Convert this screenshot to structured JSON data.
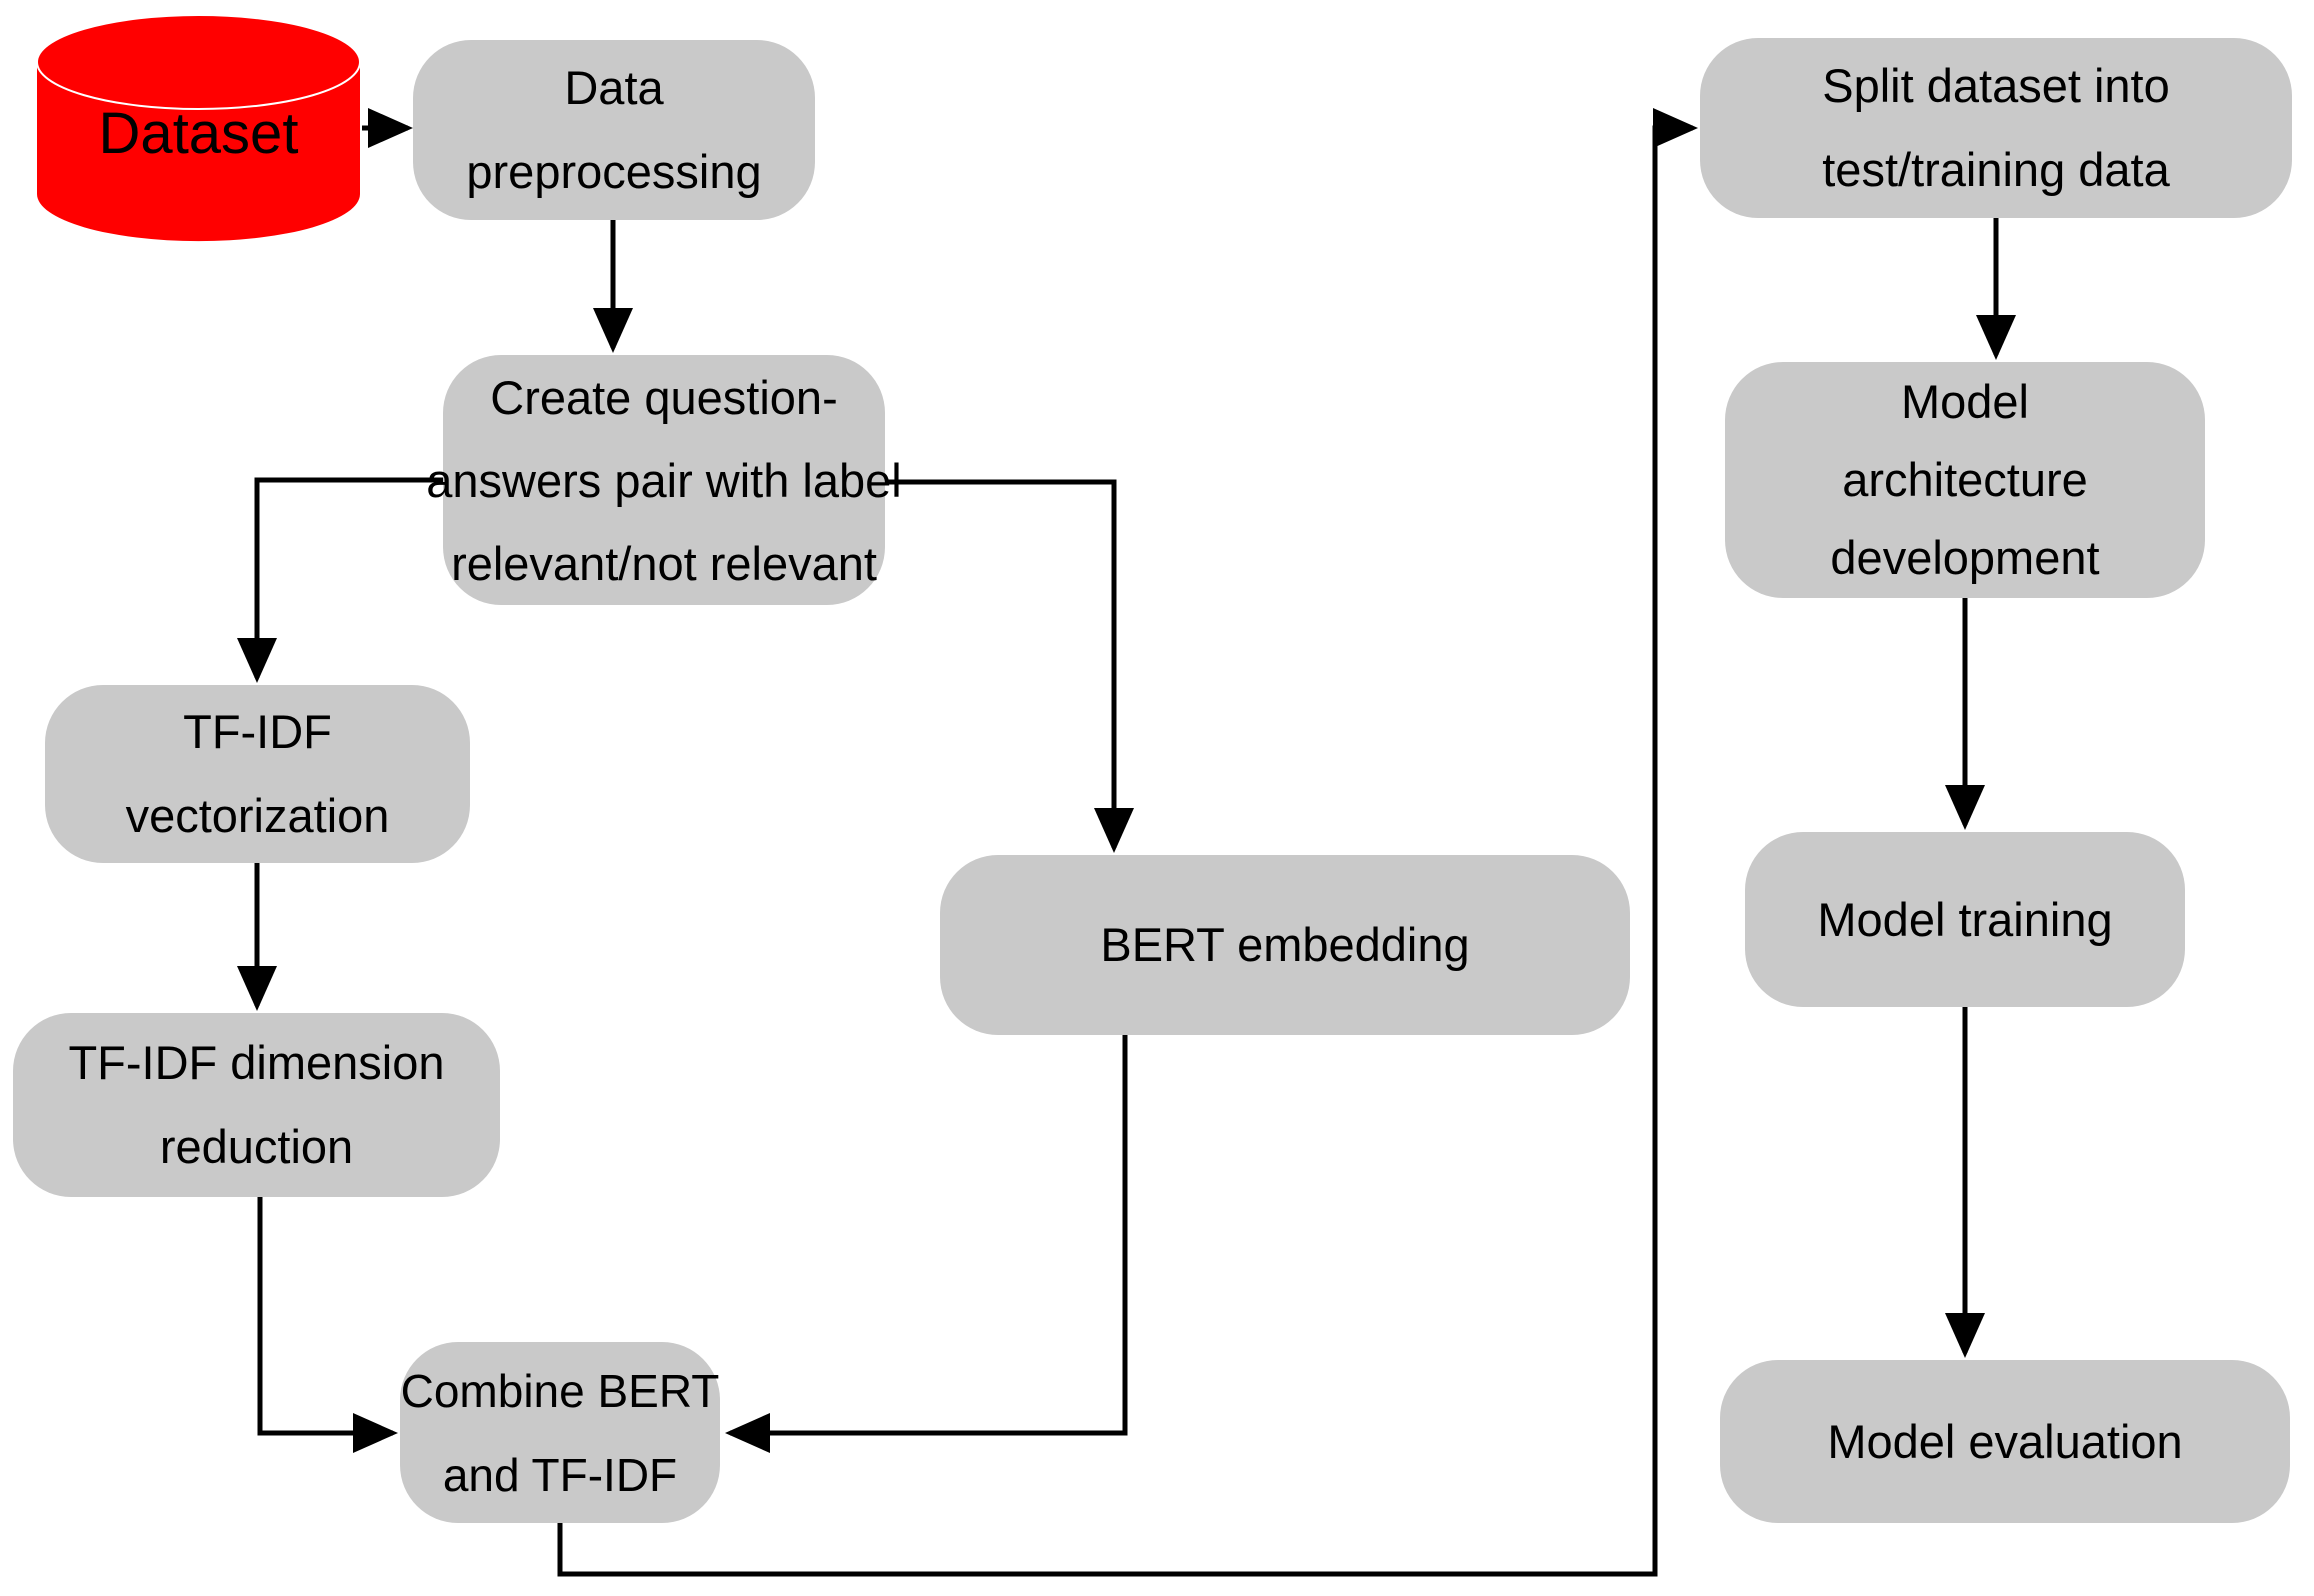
{
  "diagram": {
    "background": "#ffffff",
    "node_fill": "#c9c9c9",
    "text_color": "#000000",
    "connector_color": "#000000",
    "dataset_fill": "#ff0000"
  },
  "nodes": {
    "dataset": {
      "label": "Dataset",
      "shape": "cylinder"
    },
    "data_preprocessing": {
      "lines": [
        "Data",
        "preprocessing"
      ]
    },
    "create_qa_pairs": {
      "lines": [
        "Create question-",
        "answers pair with label",
        "relevant/not relevant"
      ]
    },
    "tfidf_vectorization": {
      "lines": [
        "TF-IDF",
        "vectorization"
      ]
    },
    "tfidf_dimension_reduction": {
      "lines": [
        "TF-IDF dimension",
        "reduction"
      ]
    },
    "bert_embedding": {
      "lines": [
        "BERT embedding"
      ]
    },
    "combine_bert_tfidf": {
      "lines": [
        "Combine BERT",
        "and TF-IDF"
      ]
    },
    "split_dataset": {
      "lines": [
        "Split dataset into",
        "test/training data"
      ]
    },
    "model_architecture": {
      "lines": [
        "Model",
        "architecture",
        "development"
      ]
    },
    "model_training": {
      "lines": [
        "Model training"
      ]
    },
    "model_evaluation": {
      "lines": [
        "Model evaluation"
      ]
    }
  },
  "edges": [
    {
      "from": "dataset",
      "to": "data_preprocessing"
    },
    {
      "from": "data_preprocessing",
      "to": "create_qa_pairs"
    },
    {
      "from": "create_qa_pairs",
      "to": "tfidf_vectorization"
    },
    {
      "from": "tfidf_vectorization",
      "to": "tfidf_dimension_reduction"
    },
    {
      "from": "tfidf_dimension_reduction",
      "to": "combine_bert_tfidf"
    },
    {
      "from": "create_qa_pairs",
      "to": "bert_embedding"
    },
    {
      "from": "bert_embedding",
      "to": "combine_bert_tfidf"
    },
    {
      "from": "combine_bert_tfidf",
      "to": "split_dataset"
    },
    {
      "from": "split_dataset",
      "to": "model_architecture"
    },
    {
      "from": "model_architecture",
      "to": "model_training"
    },
    {
      "from": "model_training",
      "to": "model_evaluation"
    }
  ]
}
